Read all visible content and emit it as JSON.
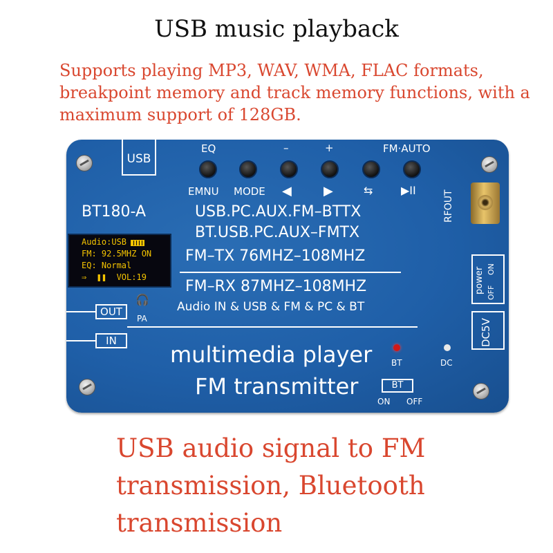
{
  "title": "USB music playback",
  "description": "Supports playing MP3, WAV, WMA, FLAC formats, breakpoint memory and track memory functions, with a maximum support of 128GB.",
  "caption": "USB audio signal to FM transmission, Bluetooth transmission",
  "colors": {
    "title": "#111111",
    "accent_text": "#d9472f",
    "board": "#1f5fa8",
    "oled_text": "#f5c400"
  },
  "board": {
    "model": "BT180-A",
    "usb_label": "USB",
    "top_buttons": [
      "EQ",
      "–",
      "+",
      "FM·AUTO"
    ],
    "lower_labels": [
      "EMNU",
      "MODE",
      "◀",
      "▶",
      "⇆",
      "▶II"
    ],
    "mode_line_1": "USB.PC.AUX.FM–BTTX",
    "mode_line_2": "BT.USB.PC.AUX–FMTX",
    "fm_tx": "FM–TX  76MHZ–108MHZ",
    "fm_rx": "FM–RX  87MHZ–108MHZ",
    "audio_line": "Audio  IN & USB &  FM & PC & BT",
    "out_label": "OUT",
    "in_label": "IN",
    "pa_label": "PA",
    "product_line_1": "multimedia player",
    "product_line_2": "FM transmitter",
    "bt_led_label": "BT",
    "dc_led_label": "DC",
    "bt_switch_label": "BT",
    "bt_switch_on": "ON",
    "bt_switch_off": "OFF",
    "rfout_label": "RFOUT",
    "power_label": "power",
    "power_on": "ON",
    "power_off": "OFF",
    "dc5v_label": "DC5V",
    "oled": {
      "line1": "Audio:USB",
      "line2": "FM: 92.5MHZ ON",
      "line3": "EQ: Normal",
      "line4": "⇒  ❚❚  VOL:19"
    },
    "icons": [
      "headphone-icon",
      "battery-icon",
      "screw-icon",
      "sma-antenna-connector-icon"
    ]
  }
}
